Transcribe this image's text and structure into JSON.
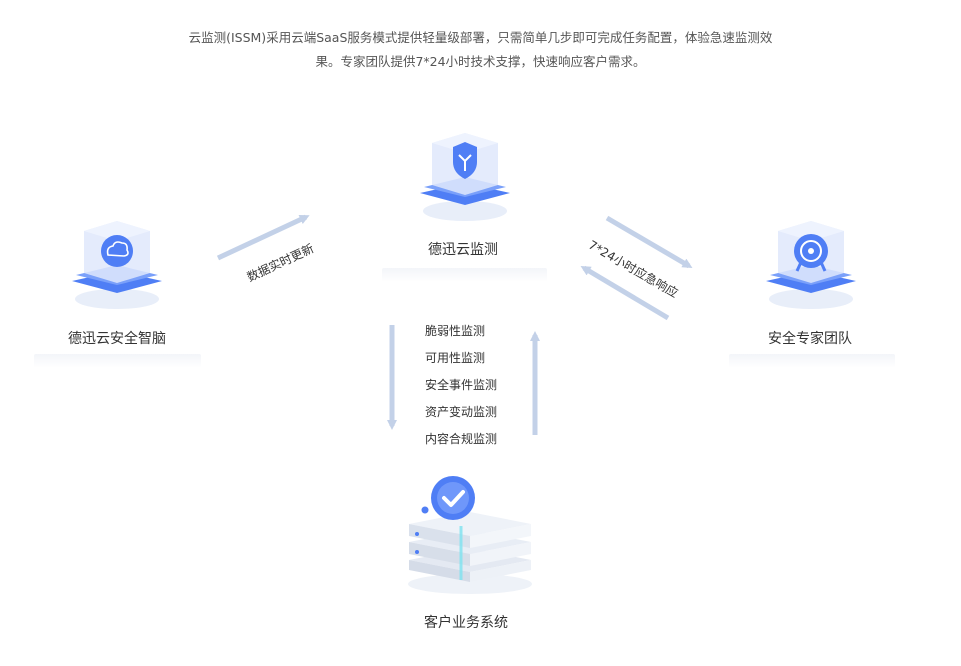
{
  "intro": {
    "line1": "云监测(ISSM)采用云端SaaS服务模式提供轻量级部署，只需简单几步即可完成任务配置，体验急速监测效",
    "line2": "果。专家团队提供7*24小时技术支撑，快速响应客户需求。"
  },
  "nodes": {
    "center": {
      "label": "德迅云监测",
      "icon": "shield-icon"
    },
    "left": {
      "label": "德迅云安全智脑",
      "icon": "cloud-brain-icon"
    },
    "right": {
      "label": "安全专家团队",
      "icon": "expert-badge-icon"
    },
    "bottom": {
      "label": "客户业务系统",
      "icon": "server-check-icon"
    }
  },
  "edges": {
    "left_to_center": "数据实时更新",
    "center_right": "7*24小时应急响应"
  },
  "monitoring_items": [
    "脆弱性监测",
    "可用性监测",
    "安全事件监测",
    "资产变动监测",
    "内容合规监测"
  ],
  "colors": {
    "primary": "#4f7ef5",
    "arrow": "#c3d1e8",
    "text": "#333333"
  }
}
